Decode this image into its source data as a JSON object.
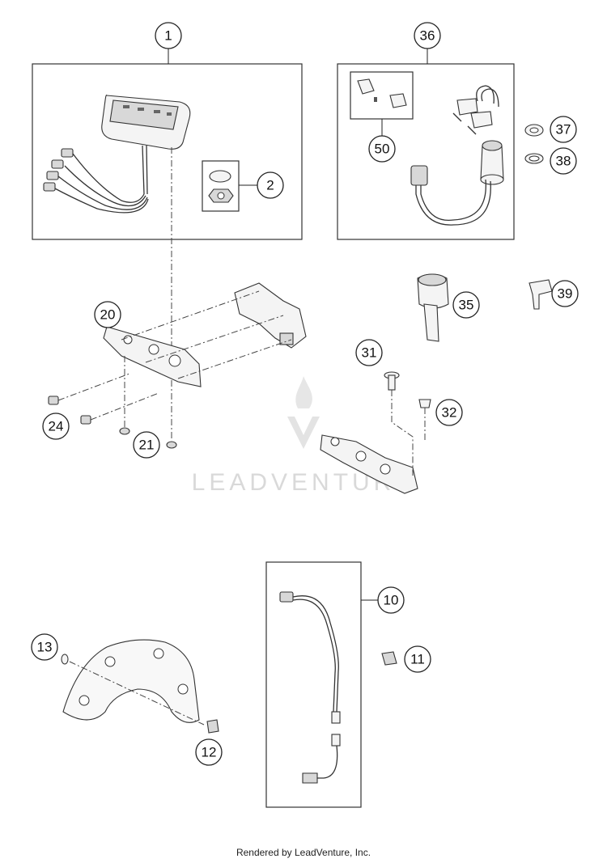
{
  "callouts": {
    "c1": "1",
    "c2": "2",
    "c36": "36",
    "c50": "50",
    "c37": "37",
    "c38": "38",
    "c35": "35",
    "c39": "39",
    "c20": "20",
    "c24": "24",
    "c21": "21",
    "c31": "31",
    "c32": "32",
    "c10": "10",
    "c11": "11",
    "c13": "13",
    "c12": "12"
  },
  "watermark": "LEADVENTURE",
  "footer": "Rendered by LeadVenture, Inc."
}
